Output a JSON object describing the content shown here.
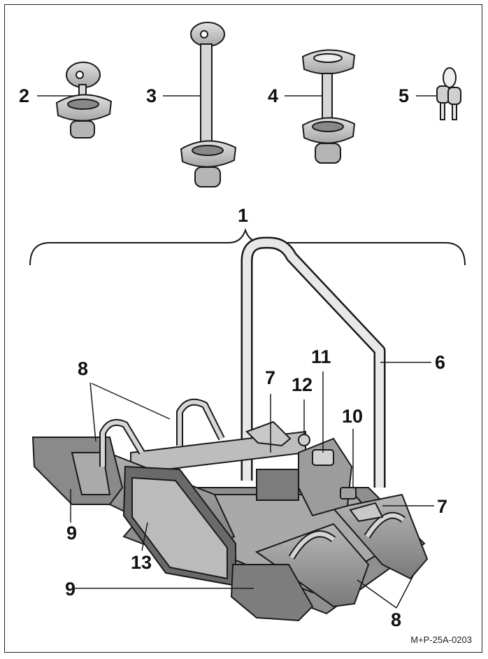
{
  "callouts": [
    {
      "id": "c1",
      "text": "1"
    },
    {
      "id": "c2",
      "text": "2"
    },
    {
      "id": "c3",
      "text": "3"
    },
    {
      "id": "c4",
      "text": "4"
    },
    {
      "id": "c5",
      "text": "5"
    },
    {
      "id": "c6",
      "text": "6"
    },
    {
      "id": "c7a",
      "text": "7"
    },
    {
      "id": "c7b",
      "text": "7"
    },
    {
      "id": "c8a",
      "text": "8"
    },
    {
      "id": "c8b",
      "text": "8"
    },
    {
      "id": "c9",
      "text": "9"
    },
    {
      "id": "c10",
      "text": "10"
    },
    {
      "id": "c11",
      "text": "11"
    },
    {
      "id": "c12",
      "text": "12"
    },
    {
      "id": "c13",
      "text": "13"
    }
  ],
  "reference_code": "M+P-25A-0203",
  "colors": {
    "stroke": "#1a1a1a",
    "body_gray": "#9a9a9a",
    "light_gray": "#cfcfcf",
    "dark_gray": "#6e6e6e"
  }
}
